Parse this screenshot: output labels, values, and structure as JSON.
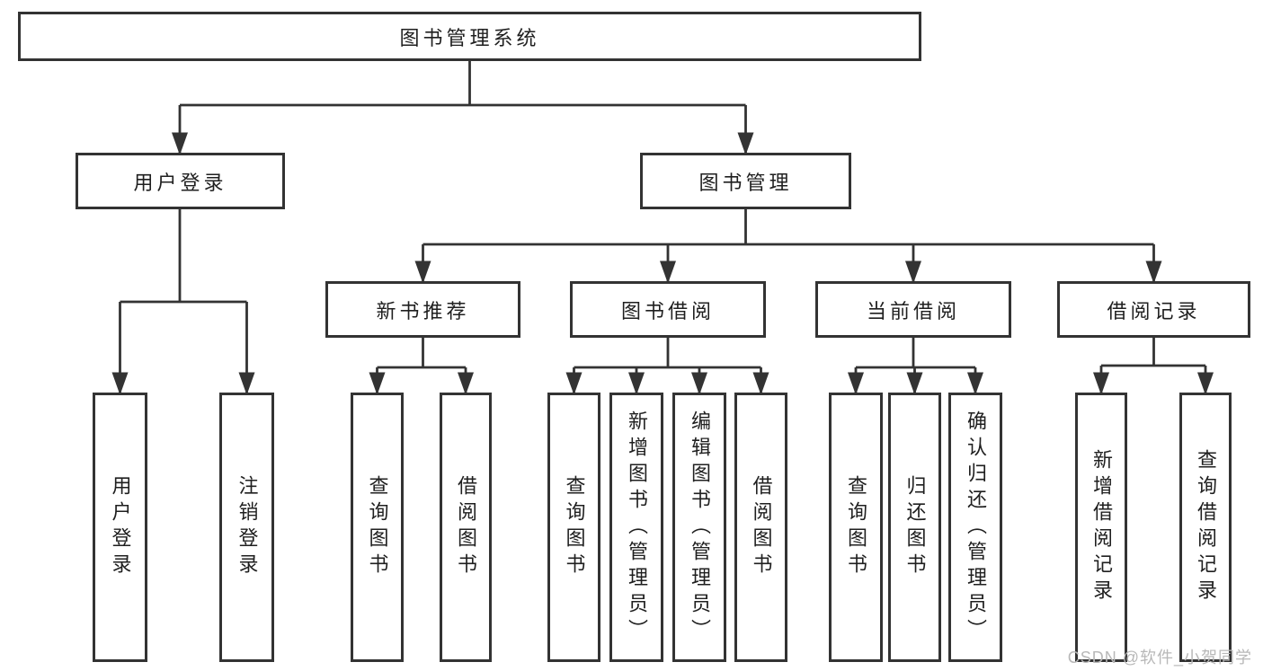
{
  "nodes": {
    "root": "图书管理系统",
    "level2": {
      "user_login": "用户登录",
      "book_management": "图书管理"
    },
    "level3": {
      "new_book_recommend": "新书推荐",
      "book_borrowing": "图书借阅",
      "current_borrowing": "当前借阅",
      "borrowing_records": "借阅记录"
    },
    "leaves": {
      "user_login": "用户登录",
      "logout": "注销登录",
      "nb_query_books": "查询图书",
      "nb_borrow_books": "借阅图书",
      "bb_query_books": "查询图书",
      "bb_add_books_admin": "新增图书（管理员）",
      "bb_edit_books_admin": "编辑图书（管理员）",
      "bb_borrow_books": "借阅图书",
      "cb_query_books": "查询图书",
      "cb_return_books": "归还图书",
      "cb_confirm_return_admin": "确认归还（管理员）",
      "br_add_record": "新增借阅记录",
      "br_query_record": "查询借阅记录"
    }
  },
  "watermark": "CSDN @软件_小贺同学",
  "colors": {
    "line": "#333333",
    "text": "#1f1f1f",
    "watermark": "#b8b8b8",
    "background": "#ffffff"
  }
}
